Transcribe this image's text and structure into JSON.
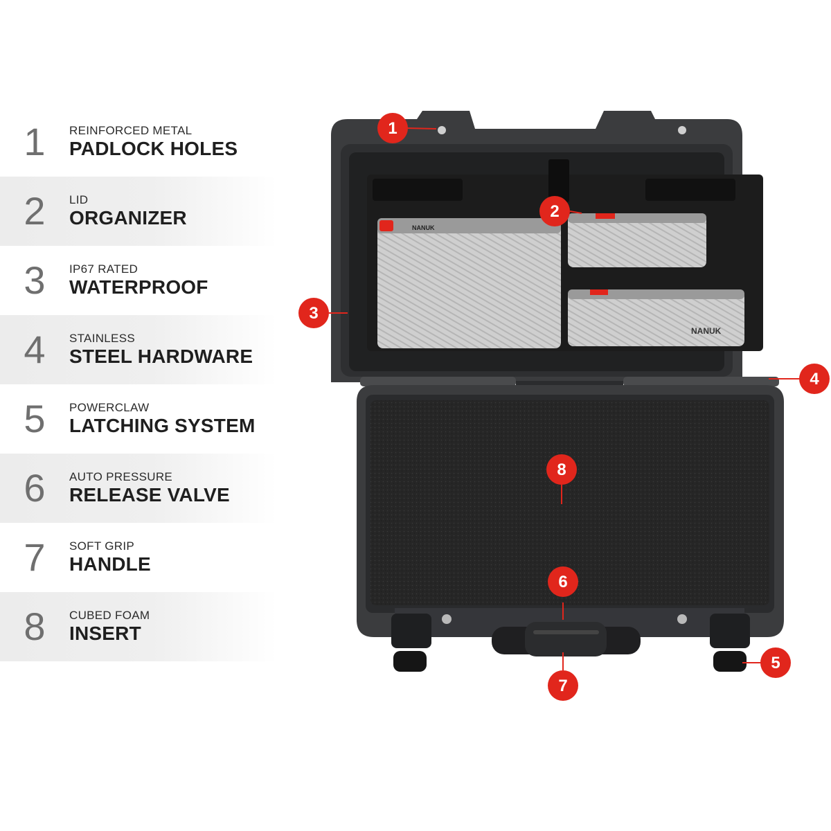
{
  "features": [
    {
      "number": "1",
      "sub": "REINFORCED METAL",
      "title": "PADLOCK HOLES"
    },
    {
      "number": "2",
      "sub": "LID",
      "title": "ORGANIZER"
    },
    {
      "number": "3",
      "sub": "IP67 RATED",
      "title": "WATERPROOF"
    },
    {
      "number": "4",
      "sub": "STAINLESS",
      "title": "STEEL HARDWARE"
    },
    {
      "number": "5",
      "sub": "POWERCLAW",
      "title": "LATCHING SYSTEM"
    },
    {
      "number": "6",
      "sub": "AUTO PRESSURE",
      "title": "RELEASE VALVE"
    },
    {
      "number": "7",
      "sub": "SOFT GRIP",
      "title": "HANDLE"
    },
    {
      "number": "8",
      "sub": "CUBED FOAM",
      "title": "INSERT"
    }
  ],
  "brand": "NANUK",
  "colors": {
    "callout": "#e1261c",
    "case": "#3d3e40",
    "foam": "#2a2a2a",
    "pouch": "#c9c9c9"
  }
}
